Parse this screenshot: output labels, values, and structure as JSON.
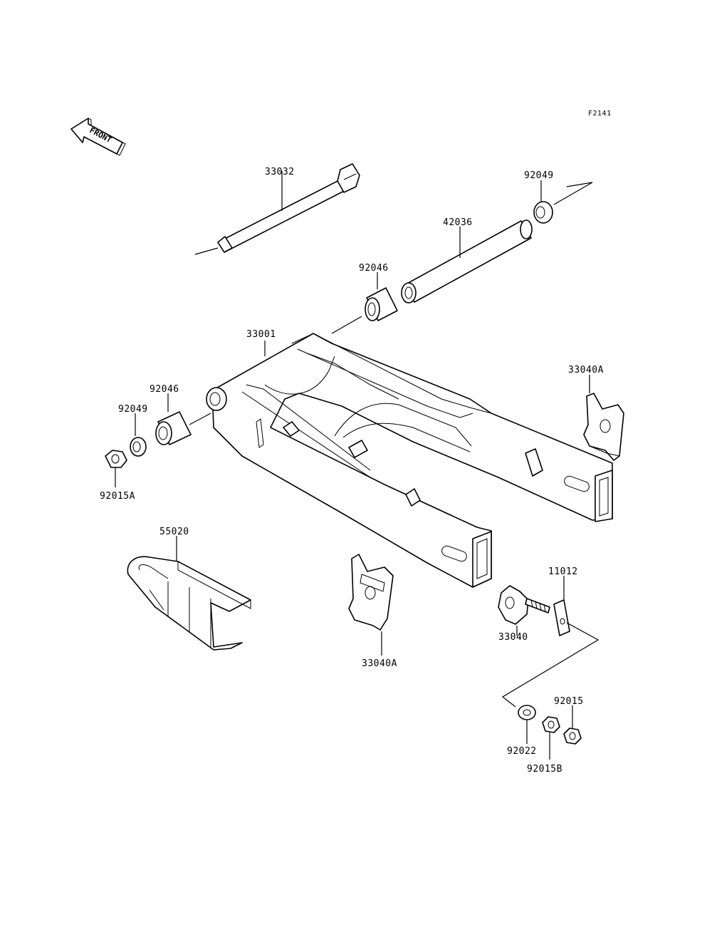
{
  "figure_code": "F2141",
  "front_arrow": {
    "label": "FRONT",
    "icon": "front-direction-arrow-icon"
  },
  "parts": [
    {
      "key": "p33032",
      "label": "33032"
    },
    {
      "key": "p92049_r",
      "label": "92049"
    },
    {
      "key": "p42036",
      "label": "42036"
    },
    {
      "key": "p92046_c",
      "label": "92046"
    },
    {
      "key": "p33001",
      "label": "33001"
    },
    {
      "key": "p92046_l",
      "label": "92046"
    },
    {
      "key": "p92049_l",
      "label": "92049"
    },
    {
      "key": "p92015A",
      "label": "92015A"
    },
    {
      "key": "p33040A_r",
      "label": "33040A"
    },
    {
      "key": "p55020",
      "label": "55020"
    },
    {
      "key": "p11012",
      "label": "11012"
    },
    {
      "key": "p33040",
      "label": "33040"
    },
    {
      "key": "p33040A_c",
      "label": "33040A"
    },
    {
      "key": "p92015",
      "label": "92015"
    },
    {
      "key": "p92022",
      "label": "92022"
    },
    {
      "key": "p92015B",
      "label": "92015B"
    }
  ]
}
